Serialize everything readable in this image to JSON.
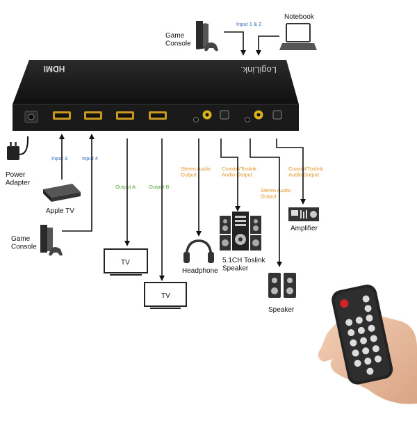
{
  "device": {
    "brand": "LogiLink.",
    "top_label": "HDMI"
  },
  "sources": {
    "game_console_top": "Game\nConsole",
    "notebook": "Notebook",
    "input_1_2": "Input 1 & 2",
    "power_adapter": "Power\nAdapter",
    "input_3": "Input 3",
    "input_4": "Input 4",
    "apple_tv": "Apple TV",
    "game_console_left": "Game\nConsole"
  },
  "outputs": {
    "output_a": "Output A",
    "output_b": "Output B",
    "tv_1": "TV",
    "tv_2": "TV",
    "stereo_1": "Stereo Audio\nOutput",
    "coax_1": "Coaxial/Toslink\nAudio Output",
    "stereo_2": "Stereo Audio\nOutput",
    "coax_2": "Coaxial/Toslink\nAudio Output",
    "headphone": "Headphone",
    "speaker_51": "5.1CH Toslink\nSpeaker",
    "speaker": "Speaker",
    "amplifier": "Amplifier"
  },
  "colors": {
    "input_blue": "#2f6db5",
    "output_green": "#5aa43a",
    "audio_orange": "#e0962a",
    "device_black": "#1c1c1c",
    "hdmi_gold": "#c99a1f",
    "remote_red": "#d22424"
  },
  "icons": [
    "game-console-icon",
    "notebook-icon",
    "power-plug-icon",
    "apple-tv-icon",
    "tv-icon",
    "headphone-icon",
    "speaker-system-icon",
    "speaker-pair-icon",
    "amplifier-icon",
    "remote-control-icon",
    "hand-icon"
  ]
}
